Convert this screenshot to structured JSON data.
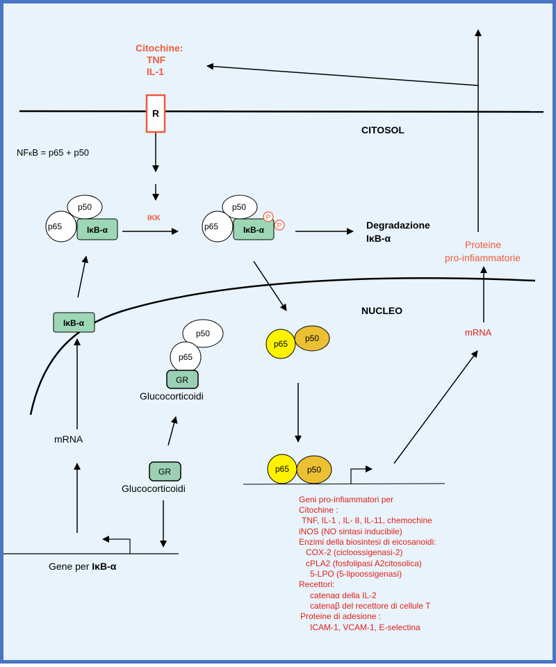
{
  "colors": {
    "background": "#e8f3fb",
    "frame": "#4a74c4",
    "accent_orange": "#f05a3c",
    "accent_red": "#e0201a",
    "ikb_green": "#9dd7b6",
    "gr_green": "#9bd0b4",
    "p65_yellow": "#fff200",
    "p50_gold": "#ecc033",
    "line": "#000000"
  },
  "cytokines": {
    "title": "Citochine:",
    "line1": "TNF",
    "line2": "IL-1"
  },
  "receptor": {
    "label": "R"
  },
  "compartments": {
    "cytosol": "CITOSOL",
    "nucleus": "NUCLEO"
  },
  "nfkb_definition": {
    "prefix": "NF",
    "kappa": "κ",
    "suffix": "B = p65 + p50"
  },
  "ikk": {
    "label": "IKK"
  },
  "complex_left": {
    "p50": "p50",
    "p65": "p65",
    "ikb": "IκB-α"
  },
  "complex_right": {
    "p50": "p50",
    "p65": "p65",
    "ikb": "IκB-α",
    "phospho1": "P",
    "phospho2": "P"
  },
  "degradation": {
    "line1": "Degradazione",
    "line2": "IκB-α"
  },
  "proteins": {
    "line1": "Proteine",
    "line2": "pro-infiammatorie"
  },
  "mrna_right": "mRNA",
  "ikb_box": "IκB-α",
  "mrna_left": "mRNA",
  "gr_complex_upper": {
    "p50": "p50",
    "p65": "p65",
    "gr": "GR",
    "caption": "Glucocorticoidi"
  },
  "gr_complex_lower": {
    "gr": "GR",
    "caption": "Glucocorticoidi"
  },
  "free_dimer": {
    "p65": "p65",
    "p50": "p50"
  },
  "dna_dimer": {
    "p65": "p65",
    "p50": "p50"
  },
  "gene_left": {
    "prefix": "Gene per ",
    "name": "IκB-α"
  },
  "genes_list": [
    "Geni pro-infiammatori per",
    "Citochine :",
    "TNF, IL-1 , IL- 8, IL-11, chemochine",
    "iNOS (NO sintasi inducibile)",
    "Enzimi della biosintesi di eicosanoidi:",
    "COX-2 (cicloossigenasi-2)",
    "cPLA2 (fosfolipasi A2citosolica)",
    "5-LPO (5-lipoossigenasi)",
    "Recettori:",
    "catenaα della IL-2",
    "catenaβ del recettore di cellule T",
    "Proteine di adesione :",
    "ICAM-1, VCAM-1, E-selectina"
  ]
}
